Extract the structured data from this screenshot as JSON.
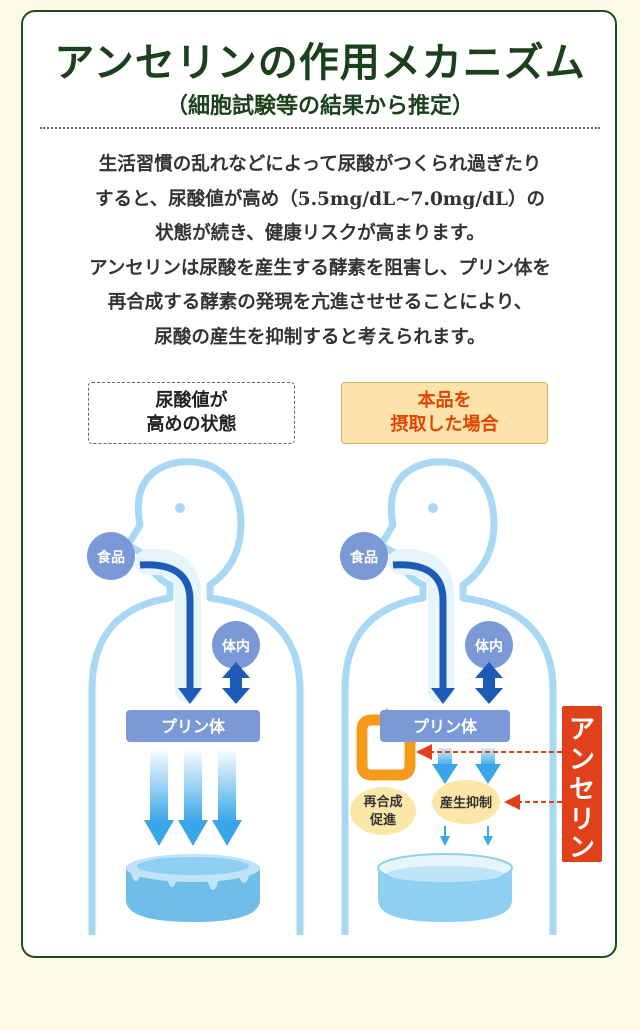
{
  "title": "アンセリンの作用メカニズム",
  "subtitle": "（細胞試験等の結果から推定）",
  "body_lines": [
    "生活習慣の乱れなどによって尿酸がつくられ過ぎたり",
    "すると、尿酸値が高め（5.5mg/dL~7.0mg/dL）の",
    "状態が続き、健康リスクが高まります。",
    "アンセリンは尿酸を産生する酵素を阻害し、プリン体を",
    "再合成する酵素の発現を亢進させせることにより、",
    "尿酸の産生を抑制すると考えられます。"
  ],
  "left_panel": {
    "label_lines": [
      "尿酸値が",
      "高めの状態"
    ],
    "food": "食品",
    "body": "体内",
    "purine": "プリン体"
  },
  "right_panel": {
    "label_lines": [
      "本品を",
      "摂取した場合"
    ],
    "food": "食品",
    "body": "体内",
    "purine": "プリン体",
    "resynthesis": [
      "再合成",
      "促進"
    ],
    "suppression": "産生抑制",
    "anserine": [
      "ア",
      "ン",
      "セ",
      "リ",
      "ン"
    ]
  },
  "colors": {
    "border": "#1f4d1f",
    "title": "#1c3f1c",
    "figure": "#a9d8f5",
    "purine_box": "#7b99d6",
    "arrow_dark": "#1e5bb8",
    "arrow_light": "#39a6e8",
    "anserine_red": "#e0401a",
    "resynthesis_orange": "#f59a1b",
    "bubble_yellow": "#fbe7a8"
  }
}
